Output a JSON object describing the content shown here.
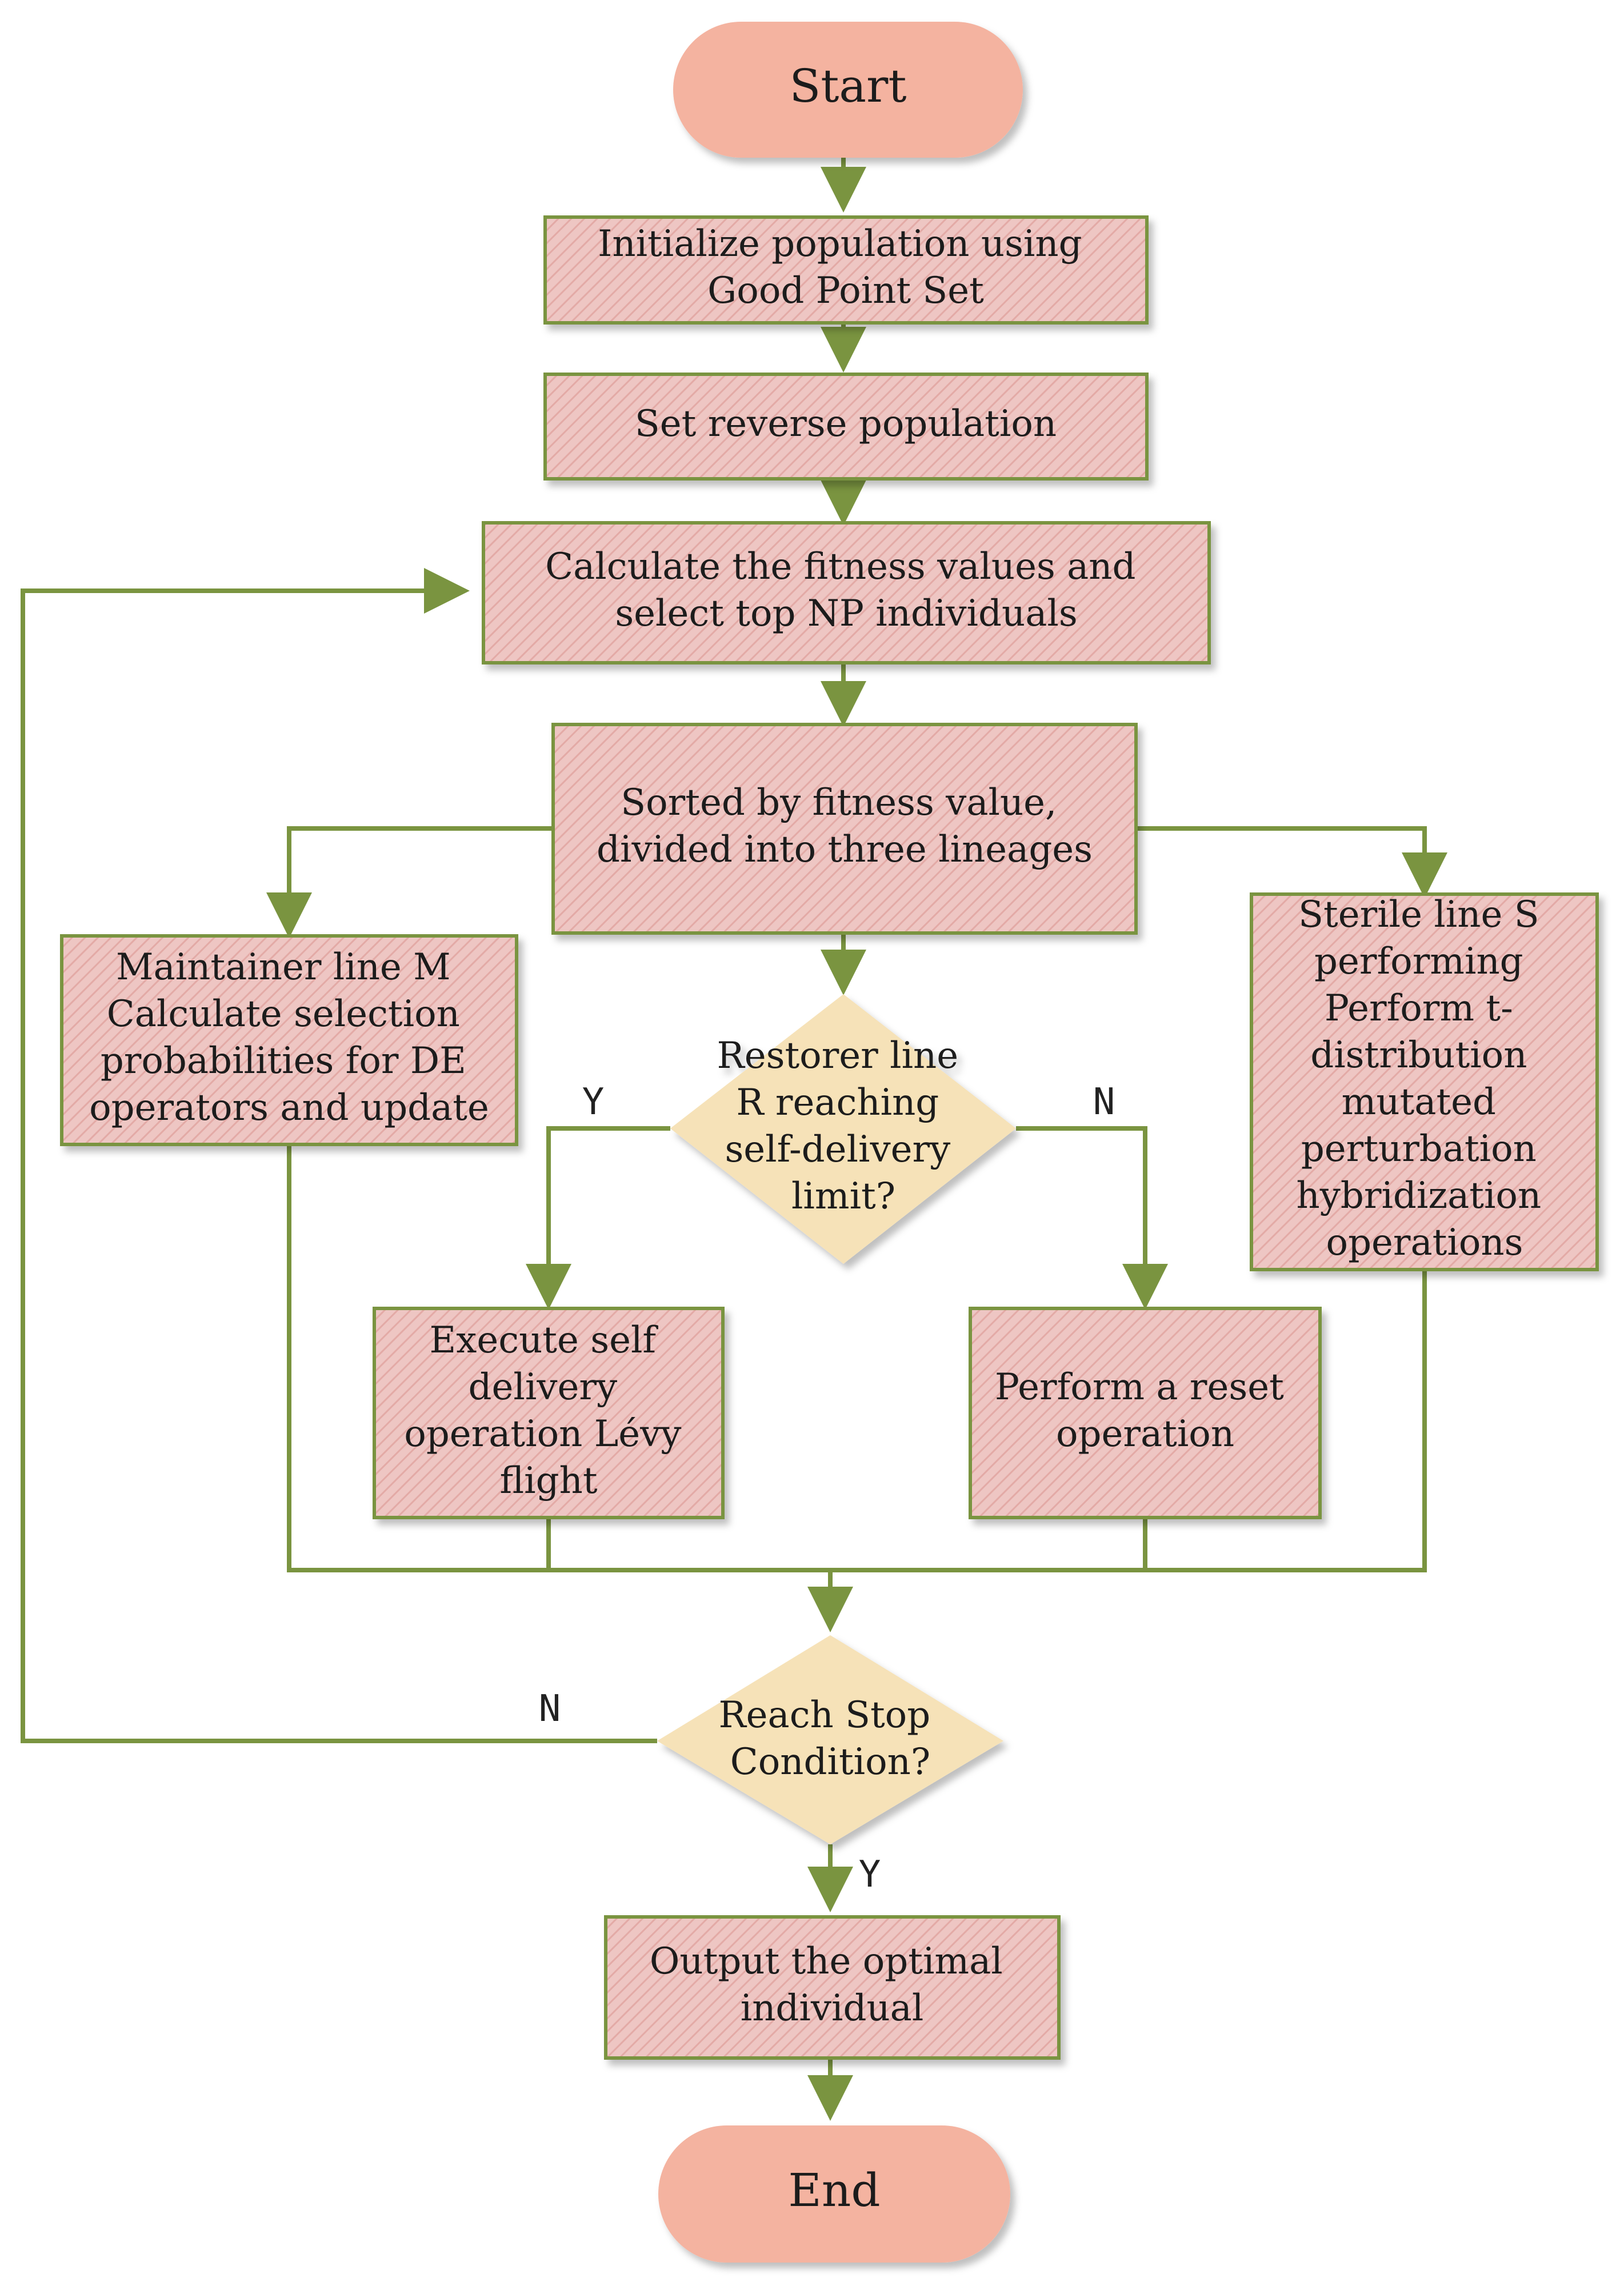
{
  "nodes": {
    "start": "Start",
    "init": [
      "Initialize population using",
      "Good Point Set"
    ],
    "reverse": [
      "Set reverse population"
    ],
    "fitness": [
      "Calculate the fitness  values and",
      "select top NP individuals"
    ],
    "sorted": [
      "Sorted by fitness value,",
      "divided into three lineages"
    ],
    "maintainer": [
      "Maintainer line M",
      "Calculate selection",
      "probabilities for DE",
      "operators and update"
    ],
    "restorer": [
      "Restorer line",
      "R reaching",
      "self-delivery",
      "limit?"
    ],
    "sterile": [
      "Sterile line S",
      "performing",
      "Perform t-",
      "distribution",
      "mutated",
      "perturbation",
      "hybridization",
      "operations"
    ],
    "selfdelivery": [
      "Execute self",
      "delivery",
      "operation Lévy",
      "flight"
    ],
    "reset": [
      "Perform a reset",
      "operation"
    ],
    "stop": [
      "Reach Stop",
      "Condition?"
    ],
    "output": [
      "Output the optimal",
      "individual"
    ],
    "end": "End"
  },
  "labels": {
    "restorer_yes": "Y",
    "restorer_no": "N",
    "stop_no": "N",
    "stop_yes": "Y"
  },
  "colors": {
    "edge": "#7a9440",
    "process_fill": "#eec6c3",
    "decision_fill": "#f6e2b8",
    "terminal_fill": "#f4b3a0"
  }
}
